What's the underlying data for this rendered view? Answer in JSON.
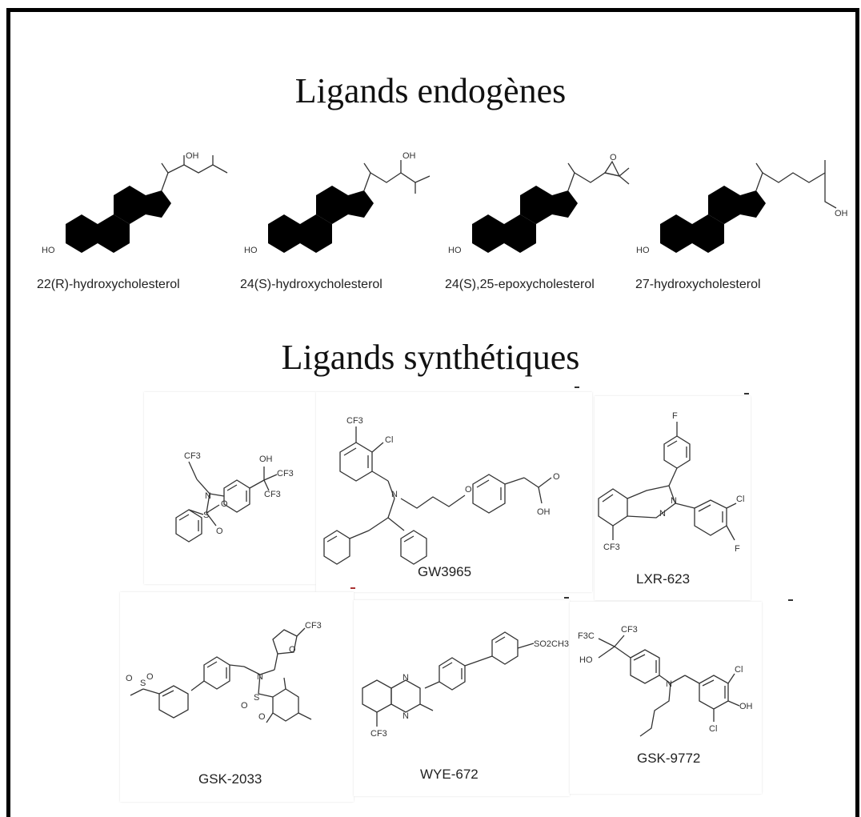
{
  "headings": {
    "endogenous": "Ligands endogènes",
    "synthetic": "Ligands synthétiques"
  },
  "endogenous_ligands": [
    {
      "name": "22(R)-hydroxycholesterol"
    },
    {
      "name": "24(S)-hydroxycholesterol"
    },
    {
      "name": "24(S),25-epoxycholesterol"
    },
    {
      "name": "27-hydroxycholesterol"
    }
  ],
  "synthetic_ligands": [
    {
      "name": "GW3965"
    },
    {
      "name": "LXR-623"
    },
    {
      "name": "GSK-2033"
    },
    {
      "name": "WYE-672"
    },
    {
      "name": "GSK-9772"
    }
  ],
  "atom_labels": {
    "oh": "OH",
    "ho": "HO",
    "o": "O",
    "cf3": "CF3",
    "cl": "Cl",
    "n": "N",
    "s": "S",
    "f": "F",
    "so2ch3": "SO2CH3",
    "f3c": "F3C"
  }
}
